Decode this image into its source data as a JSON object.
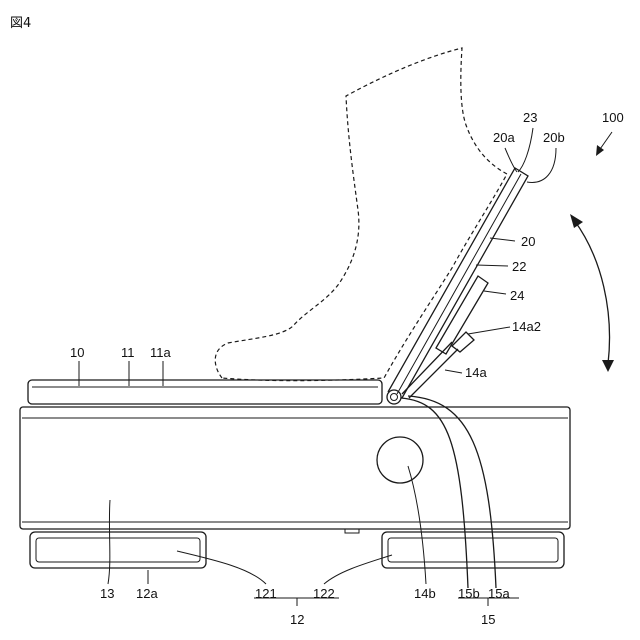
{
  "figure_label": "図4",
  "callouts": {
    "r10": "10",
    "r11": "11",
    "r11a": "11a",
    "r13": "13",
    "r12a": "12a",
    "r121": "121",
    "r122": "122",
    "r12": "12",
    "r14b": "14b",
    "r15b": "15b",
    "r15a": "15a",
    "r15": "15",
    "r100": "100",
    "r23": "23",
    "r20a": "20a",
    "r20b": "20b",
    "r20": "20",
    "r22": "22",
    "r24": "24",
    "r14a2": "14a2",
    "r14a": "14a"
  }
}
